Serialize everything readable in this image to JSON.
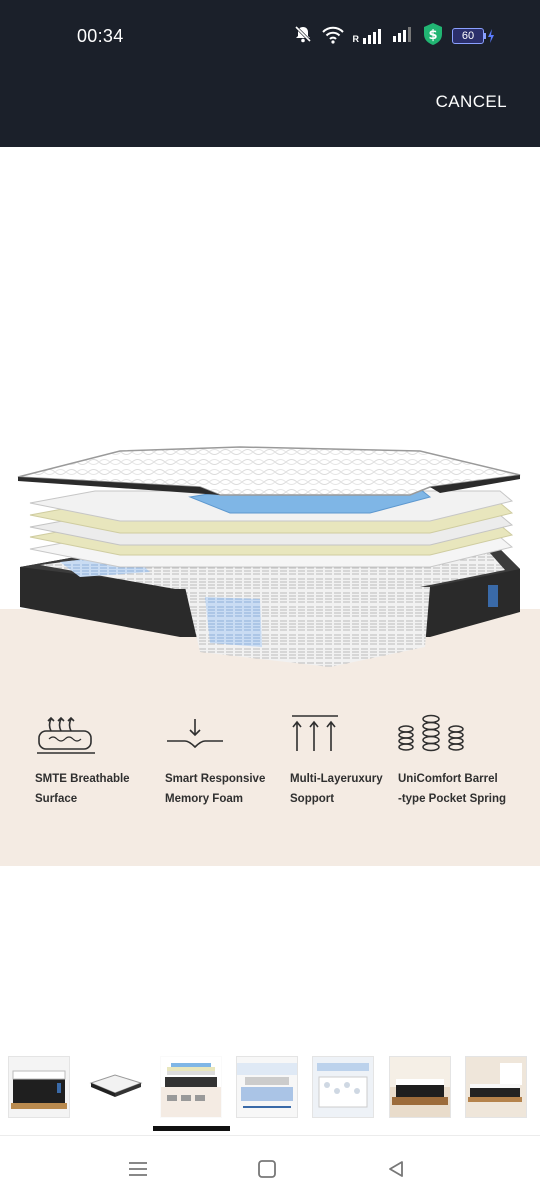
{
  "status_bar": {
    "time": "00:34",
    "battery": "60",
    "network_label": "R"
  },
  "toolbar": {
    "cancel_label": "CANCEL"
  },
  "features": [
    {
      "icon": "breathable-surface-icon",
      "label": "SMTE Breathable\nSurface"
    },
    {
      "icon": "memory-foam-icon",
      "label": "Smart Responsive\nMemory Foam"
    },
    {
      "icon": "support-arrows-icon",
      "label": "Multi-Layeruxury\nSopport"
    },
    {
      "icon": "pocket-spring-icon",
      "label": "UniComfort Barrel\n-type Pocket Spring"
    }
  ],
  "thumbnails": {
    "count": 7,
    "selected_index": 2
  },
  "colors": {
    "status_bar_bg": "#1b202a",
    "feature_panel_bg": "#f4ebe3",
    "foam_blue": "#7fb6e6",
    "latex_yellow": "#e8e6bd",
    "battery_shield": "#21b573"
  }
}
